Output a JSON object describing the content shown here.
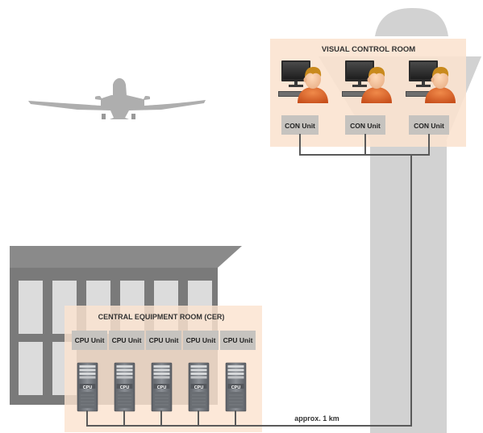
{
  "visual_control_room": {
    "title": "VISUAL CONTROL ROOM",
    "con_units": [
      "CON Unit",
      "CON Unit",
      "CON Unit"
    ]
  },
  "central_equipment_room": {
    "title": "CENTRAL EQUIPMENT ROOM (CER)",
    "cpu_units": [
      "CPU Unit",
      "CPU Unit",
      "CPU Unit",
      "CPU Unit",
      "CPU Unit"
    ],
    "cpu_labels": [
      "CPU",
      "CPU",
      "CPU",
      "CPU",
      "CPU"
    ]
  },
  "link": {
    "distance_label": "approx. 1 km"
  },
  "colors": {
    "room_fill": "#fbe3cf",
    "tower_grey": "#d2d2d2",
    "building_dark": "#7a7a7a",
    "building_light": "#dcdcdc",
    "cable": "#5a5a5a",
    "person_orange": "#e06a2a",
    "hair": "#c98a1d"
  }
}
